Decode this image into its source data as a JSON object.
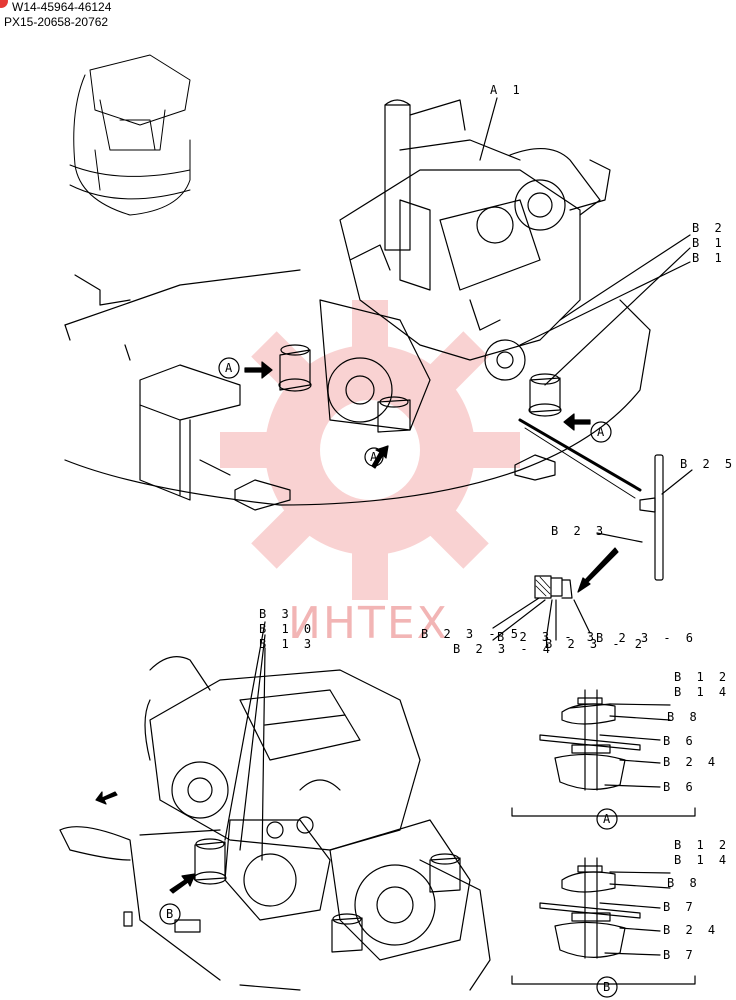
{
  "header": {
    "serial_1": "W14-45964-46124",
    "serial_2": "PX15-20658-20762"
  },
  "watermark": {
    "text": "ИНТЕХ",
    "color": "#e53935"
  },
  "callouts": {
    "a1": "A 1",
    "b2": "B 2",
    "b1_a": "B 1",
    "b1_b": "B 1",
    "b25": "B 2 5",
    "b23": "B 2 3",
    "b23_5": "B 2 3 - 5",
    "b23_4": "B 2 3 - 4",
    "b23_3": "B 2 3 - 3",
    "b23_2": "B 2 3 - 2",
    "b23_6": "B 2 3 - 6",
    "b3": "B 3",
    "b10": "B 1 0",
    "b13": "B 1 3",
    "detA_b12": "B 1 2",
    "detA_b14": "B 1 4",
    "detA_b8": "B 8",
    "detA_b6a": "B 6",
    "detA_b24": "B 2 4",
    "detA_b6b": "B 6",
    "detB_b12": "B 1 2",
    "detB_b14": "B 1 4",
    "detB_b8": "B 8",
    "detB_b7a": "B 7",
    "detB_b24": "B 2 4",
    "detB_b7b": "B 7"
  },
  "view_markers": {
    "a": "A",
    "b": "B"
  }
}
